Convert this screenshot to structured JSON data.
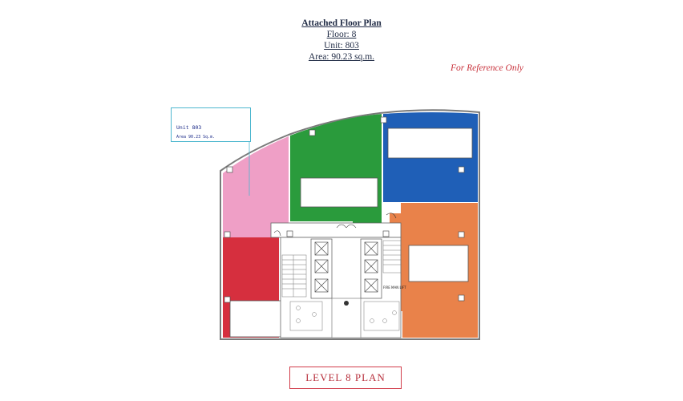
{
  "header": {
    "title": "Attached Floor Plan",
    "floor": "Floor: 8",
    "unit": "Unit: 803",
    "area": "Area: 90.23 sq.m."
  },
  "reference_note": "For Reference Only",
  "callout": {
    "unit_label": "Unit 803",
    "area_label": "Area 90.23 Sq.m."
  },
  "plan_label": "LEVEL  8  PLAN",
  "lift_tag": "FIRE MAN LIFT",
  "colors": {
    "unit_803_pink": "#ef9fc6",
    "green_unit": "#2a9b3c",
    "blue_unit": "#1f5fb7",
    "orange_unit": "#e9824a",
    "red_unit": "#d62f3e",
    "accent_red": "#c8313b"
  }
}
